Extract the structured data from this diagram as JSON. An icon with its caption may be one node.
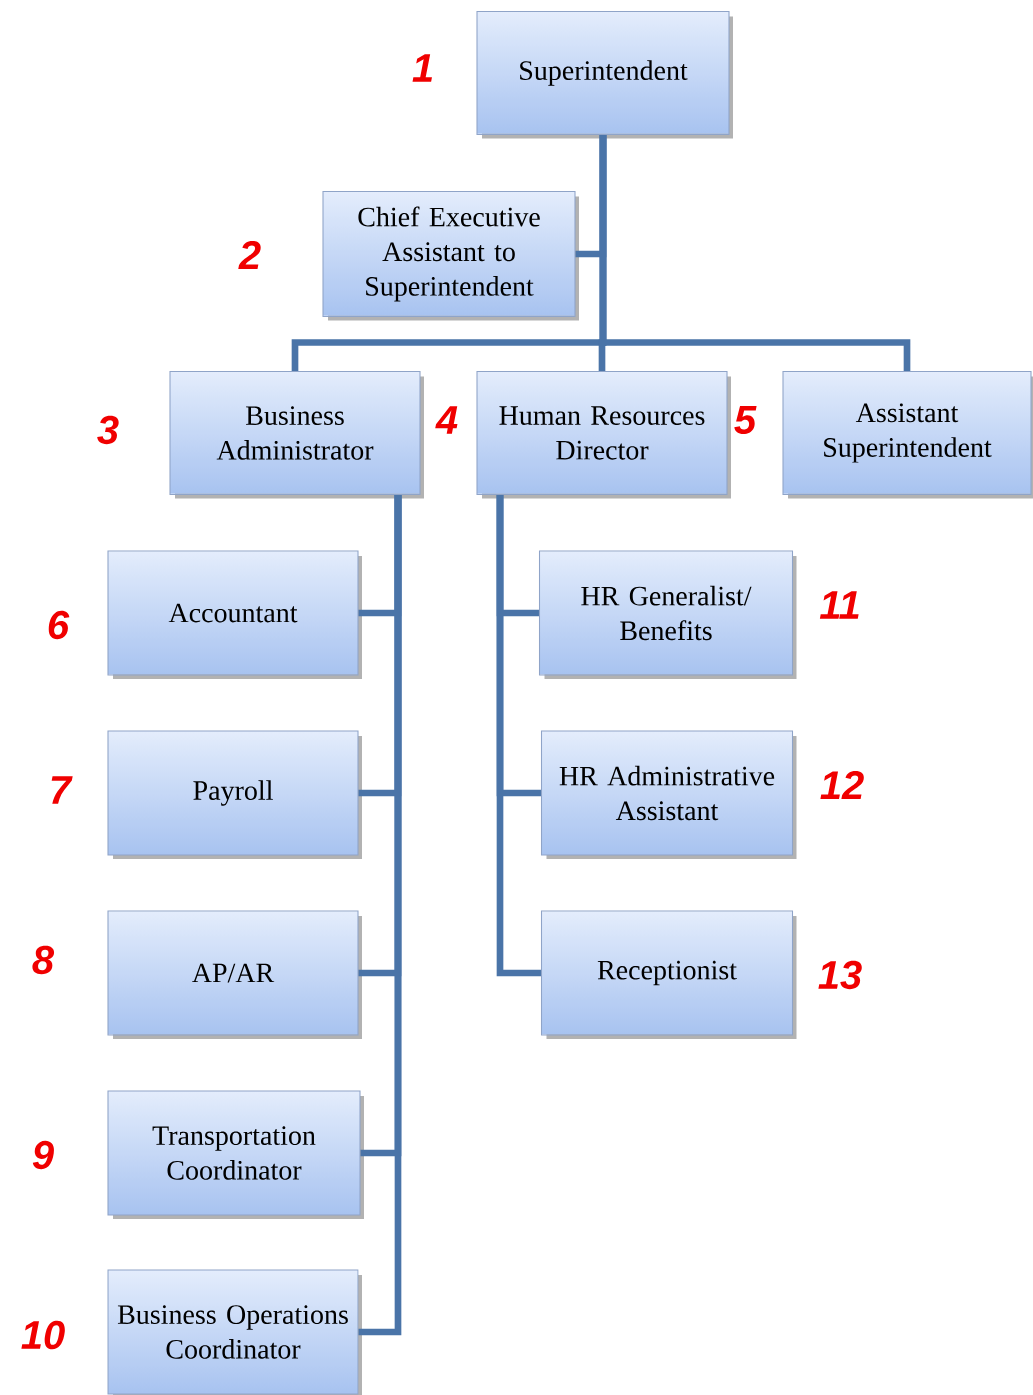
{
  "diagram": {
    "nodes": [
      {
        "text": [
          "Superintendent"
        ]
      },
      {
        "text": [
          "Chief Executive Assistant to Superintendent"
        ]
      },
      {
        "text": [
          "Business Administrator"
        ]
      },
      {
        "text": [
          "Human Resources Director"
        ]
      },
      {
        "text": [
          "Assistant Superintendent"
        ]
      },
      {
        "text": [
          "Accountant"
        ]
      },
      {
        "text": [
          "Payroll"
        ]
      },
      {
        "text": [
          "AP/AR"
        ]
      },
      {
        "text": [
          "Transportation Coordinator"
        ]
      },
      {
        "text": [
          "Business Operations Coordinator"
        ]
      },
      {
        "text": [
          "HR Generalist/ Benefits"
        ]
      },
      {
        "text": [
          "HR Administrative Assistant"
        ]
      },
      {
        "text": [
          "Receptionist"
        ]
      }
    ],
    "edges": [
      {
        "from": 0,
        "to": 1,
        "arrow": "none"
      },
      {
        "from": 0,
        "to": 2,
        "arrow": "none"
      },
      {
        "from": 0,
        "to": 3,
        "arrow": "none"
      },
      {
        "from": 0,
        "to": 4,
        "arrow": "none"
      },
      {
        "from": 2,
        "to": 5,
        "arrow": "none"
      },
      {
        "from": 2,
        "to": 6,
        "arrow": "none"
      },
      {
        "from": 2,
        "to": 7,
        "arrow": "none"
      },
      {
        "from": 2,
        "to": 8,
        "arrow": "none"
      },
      {
        "from": 2,
        "to": 9,
        "arrow": "none"
      },
      {
        "from": 3,
        "to": 10,
        "arrow": "none"
      },
      {
        "from": 3,
        "to": 11,
        "arrow": "none"
      },
      {
        "from": 3,
        "to": 12,
        "arrow": "none"
      }
    ],
    "labels": [
      "1",
      "2",
      "3",
      "4",
      "5",
      "6",
      "7",
      "8",
      "9",
      "10",
      "11",
      "12",
      "13"
    ]
  }
}
